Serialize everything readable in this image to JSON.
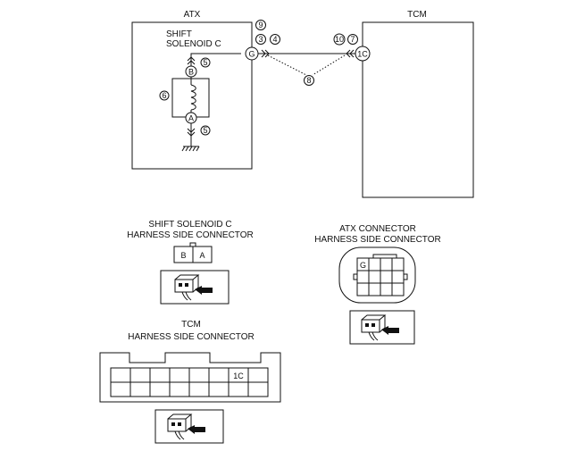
{
  "atx": {
    "title": "ATX",
    "component_line1": "SHIFT",
    "component_line2": "SOLENOID C"
  },
  "tcm": {
    "title": "TCM"
  },
  "terminals": {
    "b": "B",
    "a": "A",
    "g": "G",
    "one_c": "1C"
  },
  "callouts": {
    "n9": "9",
    "n3": "3",
    "n4": "4",
    "n10": "10",
    "n7": "7",
    "n5_top": "5",
    "n5_bottom": "5",
    "n6": "6",
    "n8": "8"
  },
  "solenoid_connector": {
    "title_line1": "SHIFT SOLENOID C",
    "title_line2": "HARNESS SIDE CONNECTOR",
    "pins": [
      "B",
      "A"
    ]
  },
  "atx_connector": {
    "title_line1": "ATX CONNECTOR",
    "title_line2": "HARNESS SIDE CONNECTOR",
    "pin_label": "G"
  },
  "tcm_connector": {
    "title_line1": "TCM",
    "title_line2": "HARNESS SIDE CONNECTOR",
    "pin_label": "1C"
  },
  "icons": [
    "connector-insertion-arrow-icon",
    "ground-symbol-icon",
    "coil-symbol-icon"
  ]
}
